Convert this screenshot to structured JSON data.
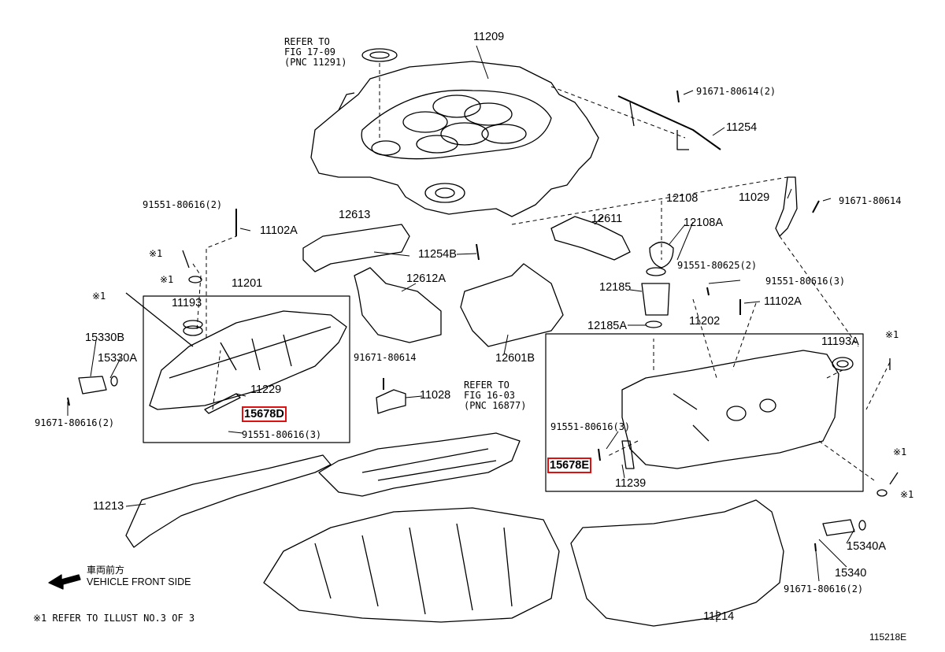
{
  "refs": {
    "fig1709": [
      "REFER TO",
      "FIG 17-09",
      "(PNC 11291)"
    ],
    "fig1603": [
      "REFER TO",
      "FIG 16-03",
      "(PNC 16877)"
    ]
  },
  "labels": {
    "p11209": "11209",
    "p91671_80614_2": "91671-80614(2)",
    "p11254": "11254",
    "p91551_80616_2": "91551-80616(2)",
    "p11102A_left": "11102A",
    "p12613": "12613",
    "p12108": "12108",
    "p12108A": "12108A",
    "p11029": "11029",
    "p91671_80614_right": "91671-80614",
    "p12611": "12611",
    "mark1_a": "※1",
    "mark1_b": "※1",
    "mark1_c": "※1",
    "p11254B": "11254B",
    "p12612A": "12612A",
    "p91551_80625_2": "91551-80625(2)",
    "p11201": "11201",
    "p12185": "12185",
    "p91551_80616_3_right": "91551-80616(3)",
    "p11193": "11193",
    "p11102A_right": "11102A",
    "p11202": "11202",
    "p12185A": "12185A",
    "p15330B": "15330B",
    "p15330A": "15330A",
    "p91671_80614_mid": "91671-80614",
    "p12601B": "12601B",
    "p11193A": "11193A",
    "mark1_d": "※1",
    "p11229": "11229",
    "p11028": "11028",
    "p91671_80616_2_left": "91671-80616(2)",
    "p15678D": "15678D",
    "p91551_80616_3_left": "91551-80616(3)",
    "p91551_80616_3_mid": "91551-80616(3)",
    "p15678E": "15678E",
    "p11239": "11239",
    "mark1_e": "※1",
    "mark1_f": "※1",
    "p11213": "11213",
    "p15340A": "15340A",
    "p15340": "15340",
    "p91671_80616_2_right": "91671-80616(2)",
    "p11214": "11214",
    "front_jp": "車両前方",
    "front_en": "VEHICLE FRONT SIDE",
    "footnote": "※1 REFER TO  ILLUST NO.3 OF 3",
    "illust_no": "115218E"
  },
  "highlight_color": "#dd1111"
}
